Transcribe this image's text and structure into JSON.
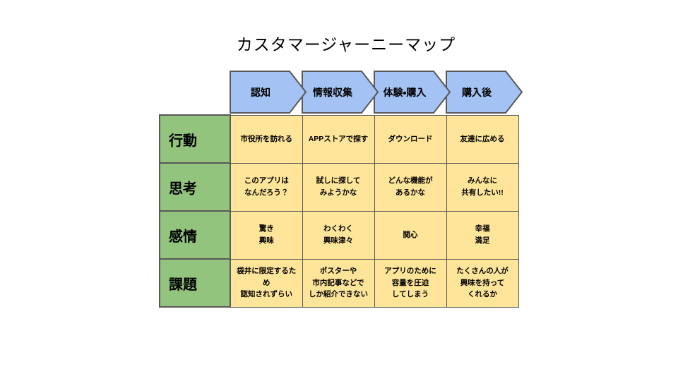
{
  "title": "カスタマージャーニーマップ",
  "stages": [
    "認知",
    "情報収集",
    "体験・購入",
    "購入後"
  ],
  "rows": [
    {
      "label": "行動",
      "cells": [
        "市役所を訪れる",
        "APPストアで探す",
        "ダウンロード",
        "友達に広める"
      ]
    },
    {
      "label": "思考",
      "cells": [
        "このアプリは\nなんだろう？",
        "試しに探して\nみようかな",
        "どんな機能が\nあるかな",
        "みんなに\n共有したい!!"
      ]
    },
    {
      "label": "感情",
      "cells": [
        "驚き\n興味",
        "わくわく\n興味津々",
        "関心",
        "幸福\n満足"
      ]
    },
    {
      "label": "課題",
      "cells": [
        "袋井に限定するため\n認知されずらい",
        "ポスターや\n市内記事などで\nしか紹介できない",
        "アプリのために\n容量を圧迫\nしてしまう",
        "たくさんの人が\n興味を持って\nくれるか"
      ]
    }
  ],
  "colors": {
    "stage_arrow_fill": "#a4c2f4",
    "row_label_fill": "#93c47d",
    "cell_fill": "#ffe599",
    "border": "#595959"
  }
}
